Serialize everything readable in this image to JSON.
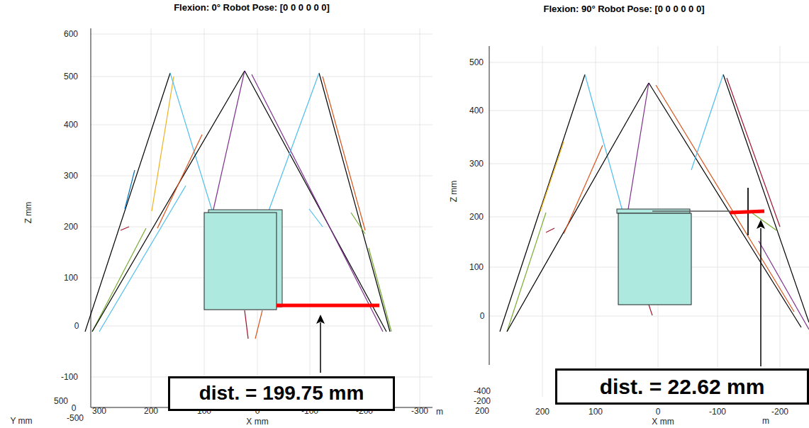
{
  "diagram": {
    "nodes": [
      {
        "text": [
          "dist. = 199.75 mm"
        ]
      },
      {
        "text": [
          "dist. = 22.62 mm"
        ]
      }
    ],
    "labels": [
      "Flexion: 0° Robot Pose: [0 0 0 0 0 0]",
      "600",
      "500",
      "400",
      "300",
      "200",
      "100",
      "0",
      "-100",
      "Z mm",
      "500",
      "0",
      "-500",
      "300",
      "200",
      "100",
      "0",
      "-100",
      "-200",
      "-300",
      "X mm",
      "Y mm",
      "m",
      "Flexion: 90° Robot Pose: [0 0 0 0 0 0]",
      "500",
      "400",
      "300",
      "200",
      "100",
      "0",
      "Z mm",
      "-400",
      "-200",
      "200",
      "200",
      "100",
      "0",
      "-100",
      "-200",
      "X mm",
      "m"
    ]
  }
}
